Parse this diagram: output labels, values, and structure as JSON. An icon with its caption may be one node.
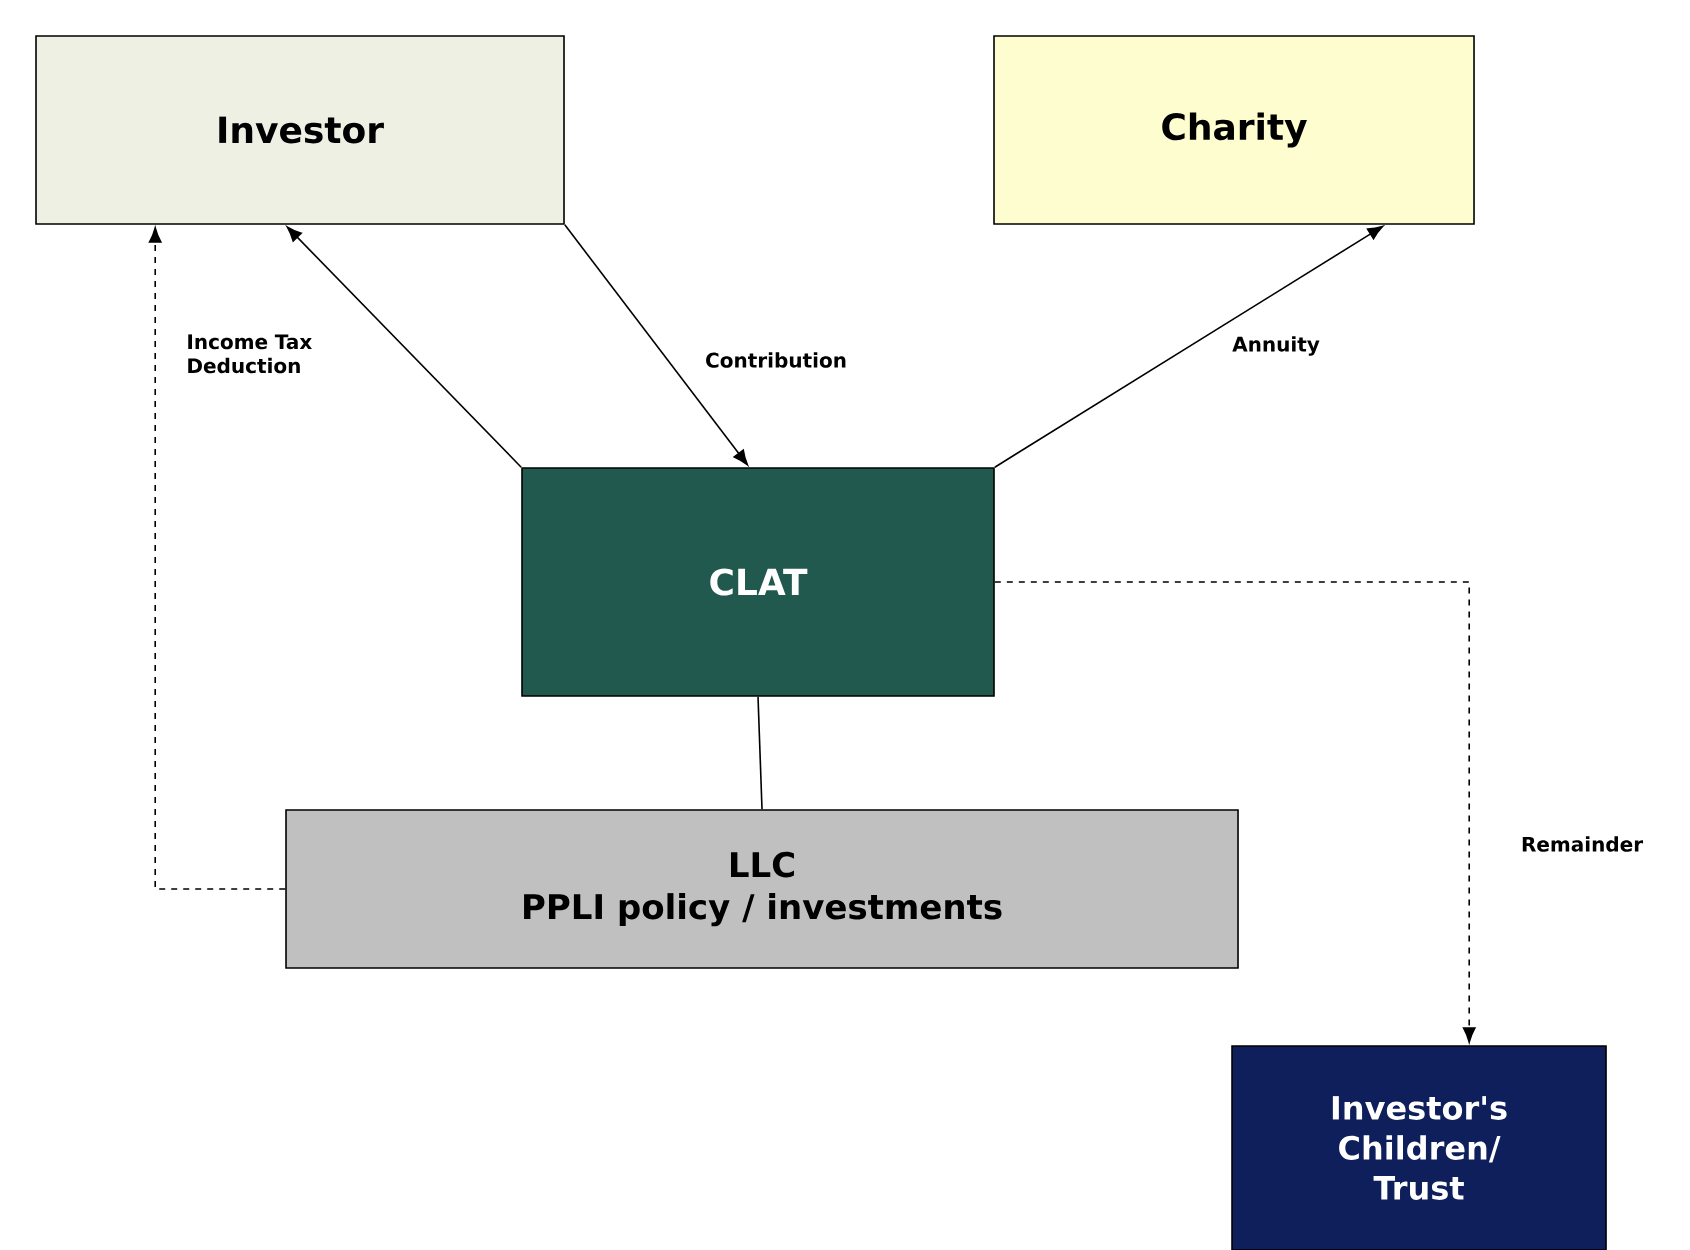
{
  "diagram": {
    "nodes": [
      {
        "text": [
          "Investor"
        ]
      },
      {
        "text": [
          "Charity"
        ]
      },
      {
        "text": [
          "CLAT"
        ]
      },
      {
        "text": [
          "LLC",
          "**PPLI** policy / investments"
        ]
      },
      {
        "text": [
          "Investor's Children/ Trust"
        ]
      }
    ],
    "edges": [
      {
        "from": 2,
        "to": 0,
        "arrow": "to",
        "label": "Income Tax Deduction"
      },
      {
        "from": 0,
        "to": 2,
        "arrow": "to",
        "label": "Contribution"
      },
      {
        "from": 2,
        "to": 1,
        "arrow": "to",
        "label": "Annuity"
      },
      {
        "from": 2,
        "to": 4,
        "arrow": "to",
        "style": "dashed",
        "label": "Remainder"
      },
      {
        "from": 2,
        "to": 3,
        "arrow": "none"
      },
      {
        "from": 3,
        "to": 0,
        "arrow": "to",
        "style": "dashed"
      }
    ]
  }
}
